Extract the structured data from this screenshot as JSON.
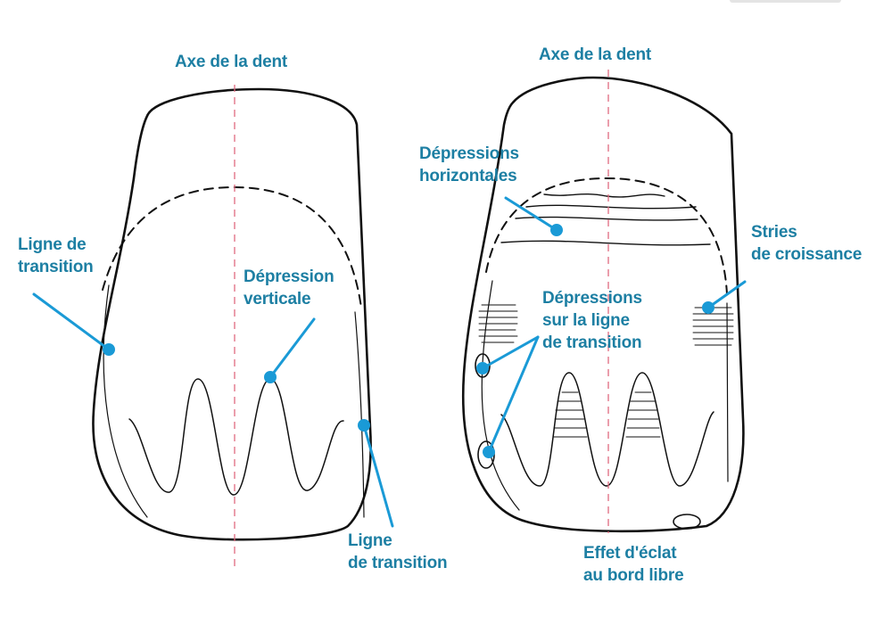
{
  "colors": {
    "label": "#1d7fa3",
    "leader": "#1a9ad6",
    "axis": "#e06a80",
    "outline": "#111111"
  },
  "left_tooth": {
    "axis_label": "Axe de la dent",
    "transition_left": [
      "Ligne de",
      "transition"
    ],
    "vertical_depression": [
      "Dépression",
      "verticale"
    ],
    "transition_right": [
      "Ligne",
      "de transition"
    ]
  },
  "right_tooth": {
    "axis_label": "Axe de la dent",
    "horizontal_depressions": [
      "Dépressions",
      "horizontales"
    ],
    "growth_striae": [
      "Stries",
      "de croissance"
    ],
    "transition_depressions": [
      "Dépressions",
      "sur la ligne",
      "de transition"
    ],
    "edge_chipping": [
      "Effet d'éclat",
      "au bord libre"
    ]
  }
}
